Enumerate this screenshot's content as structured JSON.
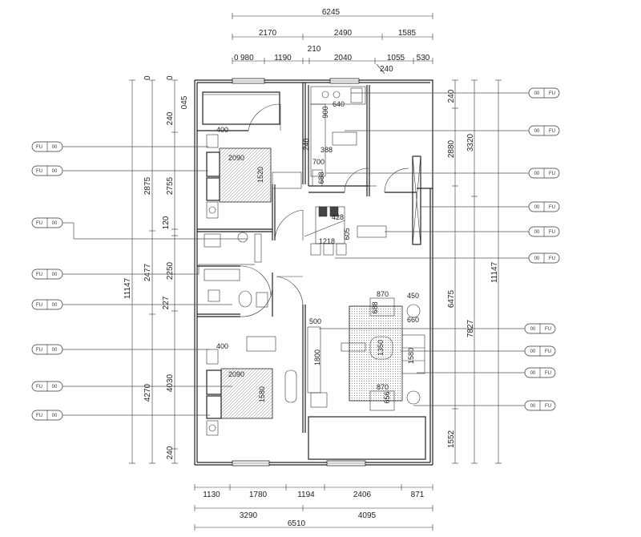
{
  "top_dimensions": {
    "overall": "6245",
    "row2": [
      "2170",
      "2490",
      "1585"
    ],
    "row3": [
      "0",
      "980",
      "1190",
      "210",
      "2040",
      "1055",
      "530"
    ],
    "row3_extra": "240"
  },
  "bottom_dimensions": {
    "row1": [
      "1130",
      "1780",
      "1194",
      "2406",
      "871"
    ],
    "row2": [
      "3290",
      "4095"
    ],
    "overall": "6510"
  },
  "left_dimensions": {
    "outer_total": "11147",
    "col2": [
      "2875",
      "2477",
      "4270"
    ],
    "col3": [
      "0",
      "240",
      "2755",
      "120",
      "2250",
      "227",
      "4030",
      "240"
    ],
    "col3_top_extra": "045"
  },
  "right_dimensions": {
    "col1": [
      "240",
      "2880",
      "6475",
      "1552"
    ],
    "col2": [
      "3320",
      "7827"
    ],
    "outer_total": "11147"
  },
  "interior_dimensions": [
    "400",
    "2090",
    "1520",
    "640",
    "900",
    "388",
    "240",
    "700",
    "688",
    "428",
    "605",
    "1218",
    "870",
    "450",
    "688",
    "500",
    "1800",
    "1350",
    "660",
    "1580",
    "870",
    "656",
    "400",
    "2090",
    "1580"
  ],
  "callouts_left": [
    {
      "code": "FU",
      "num": "00",
      "caption": ""
    },
    {
      "code": "FU",
      "num": "00",
      "caption": ""
    },
    {
      "code": "FU",
      "num": "00",
      "caption": ""
    },
    {
      "code": "FU",
      "num": "00",
      "caption": ""
    },
    {
      "code": "FU",
      "num": "00",
      "caption": ""
    },
    {
      "code": "FU",
      "num": "00",
      "caption": ""
    },
    {
      "code": "FU",
      "num": "00",
      "caption": ""
    },
    {
      "code": "FU",
      "num": "00",
      "caption": ""
    }
  ],
  "callouts_right": [
    {
      "code": "FU",
      "num": "00",
      "caption": ""
    },
    {
      "code": "FU",
      "num": "00",
      "caption": ""
    },
    {
      "code": "FU",
      "num": "00",
      "caption": ""
    },
    {
      "code": "FU",
      "num": "00",
      "caption": ""
    },
    {
      "code": "FU",
      "num": "00",
      "caption": ""
    },
    {
      "code": "FU",
      "num": "00",
      "caption": ""
    },
    {
      "code": "FU",
      "num": "00",
      "caption": ""
    },
    {
      "code": "FU",
      "num": "00",
      "caption": ""
    },
    {
      "code": "FU",
      "num": "00",
      "caption": ""
    },
    {
      "code": "FU",
      "num": "00",
      "caption": ""
    }
  ],
  "room_tags": [
    "",
    "",
    "",
    "",
    "",
    "",
    "",
    ""
  ]
}
